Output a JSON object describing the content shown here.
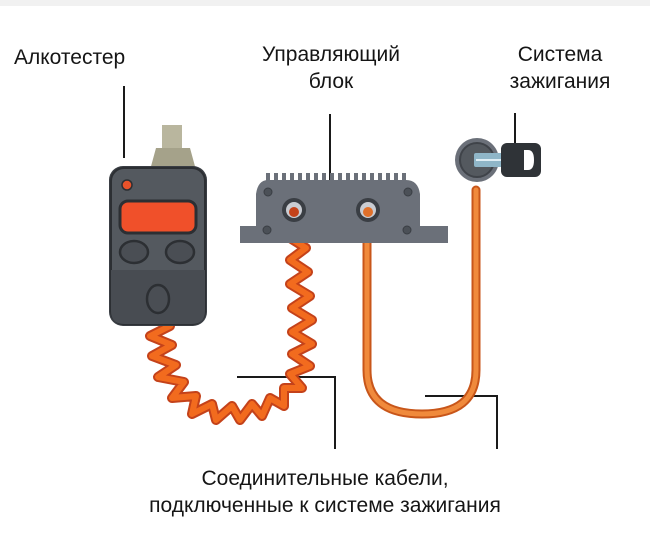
{
  "diagram": {
    "title": "Схема блокиратора зажигания с алкотестером",
    "labels": {
      "breathalyzer": "Алкотестер",
      "control_unit": [
        "Управляющий",
        "блок"
      ],
      "ignition_system": [
        "Система",
        "зажигания"
      ],
      "cables": [
        "Соединительные кабели,",
        "подключенные к системе зажигания"
      ]
    },
    "components": [
      {
        "id": "breathalyzer",
        "name": "Алкотестер",
        "icon": "breathalyzer-device"
      },
      {
        "id": "control_unit",
        "name": "Управляющий блок",
        "icon": "control-box"
      },
      {
        "id": "ignition",
        "name": "Система зажигания",
        "icon": "ignition-key"
      }
    ],
    "connections": [
      {
        "from": "breathalyzer",
        "to": "control_unit",
        "style": "coiled cable"
      },
      {
        "from": "control_unit",
        "to": "ignition",
        "style": "straight cable"
      }
    ],
    "colors": {
      "device_body": "#54595f",
      "device_dark": "#3a3e44",
      "display": "#f0502a",
      "cable": "#f26b1e",
      "cable_dark": "#c8461a",
      "cable2": "#f08a3c",
      "box": "#6b7079",
      "mouthpiece": "#b9b69e",
      "key": "#2f3337",
      "leader": "#1a1a1a"
    }
  }
}
